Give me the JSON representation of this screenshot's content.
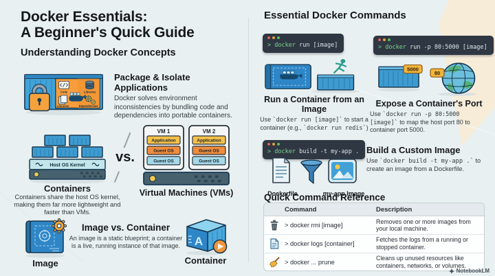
{
  "page": {
    "title_line1": "Docker Essentials:",
    "title_line2": "A Beginner's Quick Guide",
    "watermark": "NotebookLM"
  },
  "colors": {
    "background": "#e9f0f1",
    "beige_shape": "#f6ecd8",
    "container_blue": "#3e9bd0",
    "accent_orange": "#f49d3d",
    "terminal_bg": "#2e3742",
    "terminal_green": "#7fd591",
    "terminal_text": "#dde4e8",
    "server_slate": "#47616e",
    "vm_yellow": "#f6c14b",
    "vm_orange": "#ef8c3d",
    "vm_lightblue": "#a6d9e8"
  },
  "left": {
    "section_title": "Understanding Docker Concepts",
    "package": {
      "heading": "Package & Isolate Applications",
      "body": "Docker solves environment inconsistencies by bundling code and dependencies into portable containers.",
      "label_code": "Code",
      "label_libraries_top": "Libraries",
      "label_libraries_bottom": "Libraries",
      "label_dependencies": "Dependencies"
    },
    "vs": {
      "containers_label": "Containers",
      "containers_caption": "Containers share the host OS kernel, making them far more lightweight and faster than VMs.",
      "host_os_label": "Host OS Kernel",
      "vs_label": "vs.",
      "vm1_label": "VM 1",
      "vm2_label": "VM 2",
      "vm_layers": [
        "Application",
        "Guest OS",
        "Guest OS"
      ],
      "vms_label": "Virtual Machines (VMs)"
    },
    "image_vs_container": {
      "heading": "Image vs. Container",
      "body": "An image is a static blueprint; a container is a live, running instance of that image.",
      "image_label": "Image",
      "container_label": "Container"
    }
  },
  "right": {
    "section_title": "Essential Docker Commands",
    "run": {
      "terminal_prompt": "> docker",
      "terminal_args": "run [image]",
      "heading": "Run a Container from an Image",
      "body_pre": "Use ",
      "body_code": "`docker run [image]`",
      "body_mid": " to start a container (e.g., ",
      "body_code2": "`docker run redis`",
      "body_post": ")"
    },
    "expose": {
      "terminal_prompt": "> docker",
      "terminal_args": "run -p 80:5000 [image]",
      "heading": "Expose a Container's Port",
      "body_pre": "Use ",
      "body_code": "`docker run -p 80:5000 [image]`",
      "body_post": " to map the host port 80 to container port 5000.",
      "container_port_badge": "5000",
      "host_port_badge": "80"
    },
    "build": {
      "terminal_prompt": "> docker",
      "terminal_args": "build -t my-app .",
      "heading": "Build a Custom Image",
      "body_pre": "Use ",
      "body_code": "`docker build -t my-app .`",
      "body_post": " to create an image from a Dockerfile.",
      "dockerfile_label": "Dockerfile",
      "image_label": "my-app Image"
    },
    "reference": {
      "heading": "Quick Command Reference",
      "col_command": "Command",
      "col_description": "Description",
      "rows": [
        {
          "icon": "trash-icon",
          "command": "> docker rmi [image]",
          "description": "Removes one or more images from your local machine."
        },
        {
          "icon": "document-icon",
          "command": "> docker logs [container]",
          "description": "Fetches the logs from a running or stopped container."
        },
        {
          "icon": "broom-icon",
          "command": "> docker ... prune",
          "description": "Cleans up unused resources like containers, networks, or volumes."
        }
      ]
    }
  }
}
